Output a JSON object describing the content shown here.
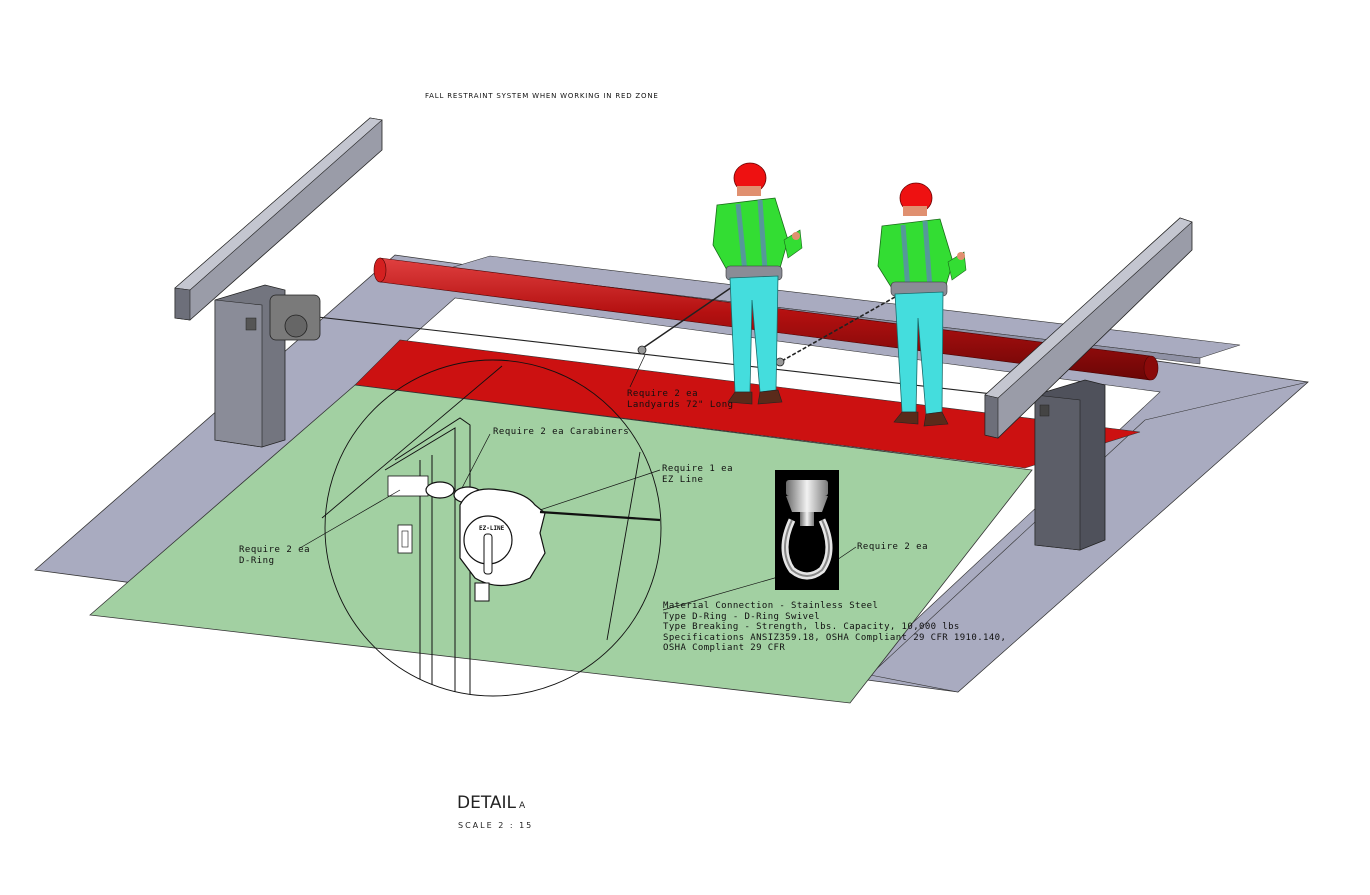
{
  "diagram": {
    "title": "FALL RESTRAINT SYSTEM WHEN WORKING IN RED ZONE",
    "detail_label": "DETAIL",
    "detail_letter": "A",
    "scale_label": "SCALE 2 : 15",
    "callouts": {
      "landyards": [
        "Require 2 ea",
        "Landyards 72\" Long"
      ],
      "carabiners": "Require 2 ea Carabiners",
      "ez_line": [
        "Require 1 ea",
        "EZ Line"
      ],
      "d_ring": [
        "Require 2 ea",
        "D-Ring"
      ],
      "swivel": "Require 2 ea",
      "swivel_badge": "EZ-LINE"
    },
    "specs": [
      "Material Connection - Stainless Steel",
      "Type D-Ring - D-Ring Swivel",
      "Type Breaking - Strength, lbs. Capacity, 10,000 lbs",
      "Specifications  ANSIZ359.18, OSHA Compliant 29 CFR 1910.140,",
      "OSHA Compliant 29 CFR"
    ],
    "colors": {
      "red_zone": "#cc1111",
      "safe_zone": "#a2d0a2",
      "floor": "#a9abc0",
      "pipe": "#b41010",
      "steel": "#8a8c98",
      "hardhat": "#ee1111",
      "shirt": "#33dd33",
      "pants": "#44dddd"
    }
  }
}
